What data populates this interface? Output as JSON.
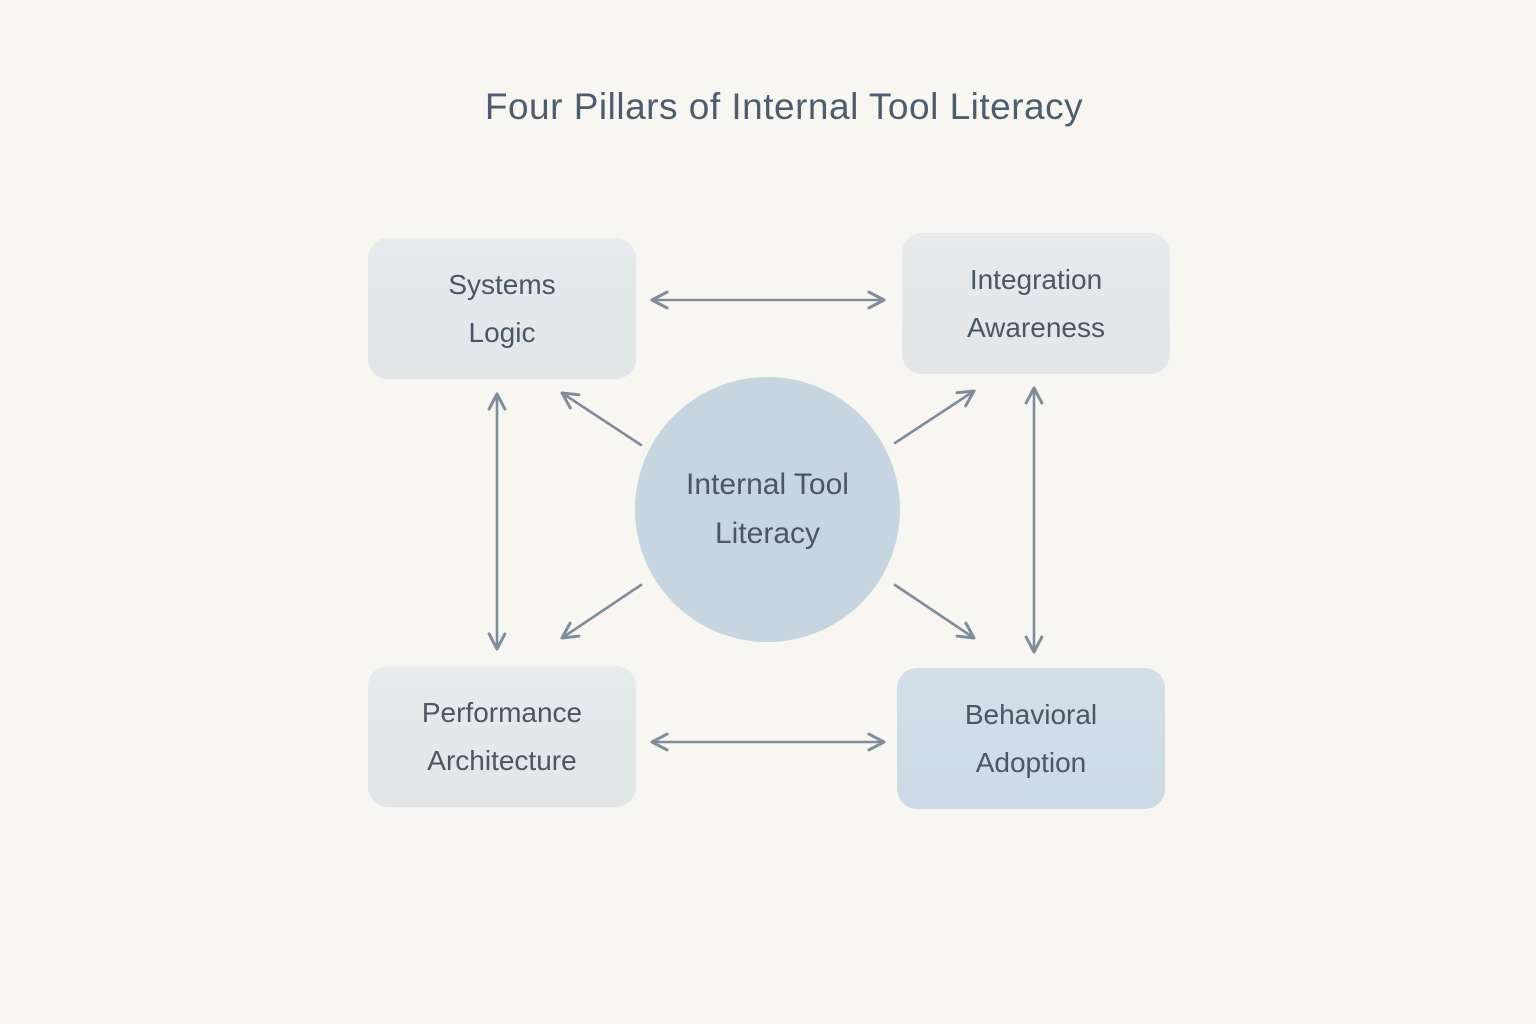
{
  "title": "Four Pillars of Internal Tool Literacy",
  "center_node": {
    "label": "Internal Tool\nLiteracy"
  },
  "pillars": {
    "systems_logic": {
      "label": "Systems\nLogic"
    },
    "integration_awareness": {
      "label": "Integration\nAwareness"
    },
    "performance_architecture": {
      "label": "Performance\nArchitecture"
    },
    "behavioral_adoption": {
      "label": "Behavioral\nAdoption"
    }
  },
  "colors": {
    "background": "#f8f6f1",
    "box_fill_gray": "#e4e8ea",
    "box_fill_blue": "#cfdde8",
    "circle_fill": "#c6d5e0",
    "text": "#4a5663",
    "title_text": "#4c5d6f",
    "arrow": "#7f8d9b"
  }
}
